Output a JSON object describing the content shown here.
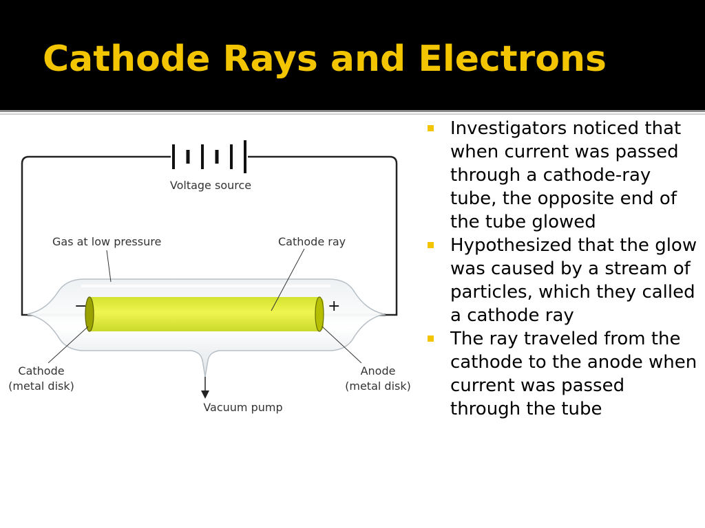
{
  "slide": {
    "title": "Cathode Rays and Electrons"
  },
  "colors": {
    "header_bg": "#000000",
    "title": "#f2c500",
    "bullet_marker": "#f2c500",
    "ray": "#e4ee2a"
  },
  "diagram": {
    "voltage_source": "Voltage source",
    "gas_label": "Gas at low pressure",
    "ray_label": "Cathode ray",
    "minus_sign": "−",
    "plus_sign": "+",
    "cathode_label": "Cathode",
    "cathode_sub": "(metal disk)",
    "anode_label": "Anode",
    "anode_sub": "(metal disk)",
    "pump_label": "Vacuum pump"
  },
  "bullets": [
    {
      "text": "Investigators noticed that when current was passed through a cathode-ray tube, the opposite end of the tube glowed"
    },
    {
      "text": "Hypothesized that the glow was caused by a stream of particles, which they called a cathode ray"
    },
    {
      "text": "The ray traveled from the cathode to the anode when current was passed through the tube"
    }
  ]
}
